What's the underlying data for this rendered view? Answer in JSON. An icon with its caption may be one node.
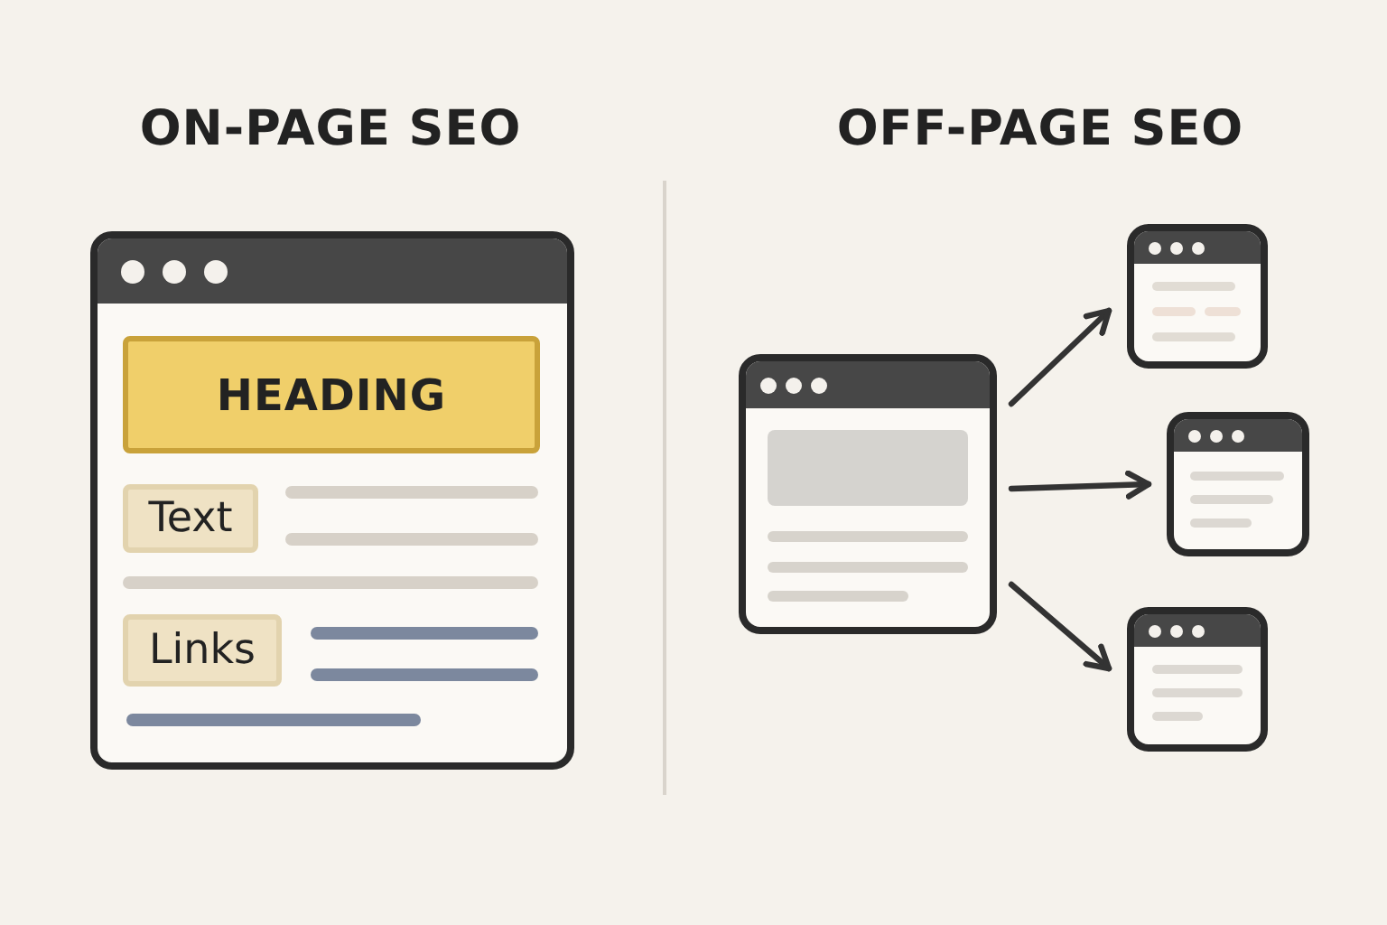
{
  "diagram": {
    "nodes": [
      {
        "text": [],
        "shape": "box"
      },
      {
        "text": [
          "HEADING"
        ],
        "in": 0
      },
      {
        "text": [
          "Text"
        ],
        "in": 0
      },
      {
        "text": [
          "Links"
        ],
        "in": 0
      },
      {
        "text": [],
        "shape": "box"
      },
      {
        "text": [],
        "shape": "box"
      },
      {
        "text": [],
        "shape": "box"
      },
      {
        "text": [],
        "shape": "box"
      }
    ],
    "edges": [
      {
        "from": 4,
        "to": 5,
        "arrow": "to"
      },
      {
        "from": 4,
        "to": 6,
        "arrow": "to"
      },
      {
        "from": 4,
        "to": 7,
        "arrow": "to"
      }
    ],
    "labels": [
      "ON-PAGE SEO",
      "OFF-PAGE SEO"
    ]
  }
}
